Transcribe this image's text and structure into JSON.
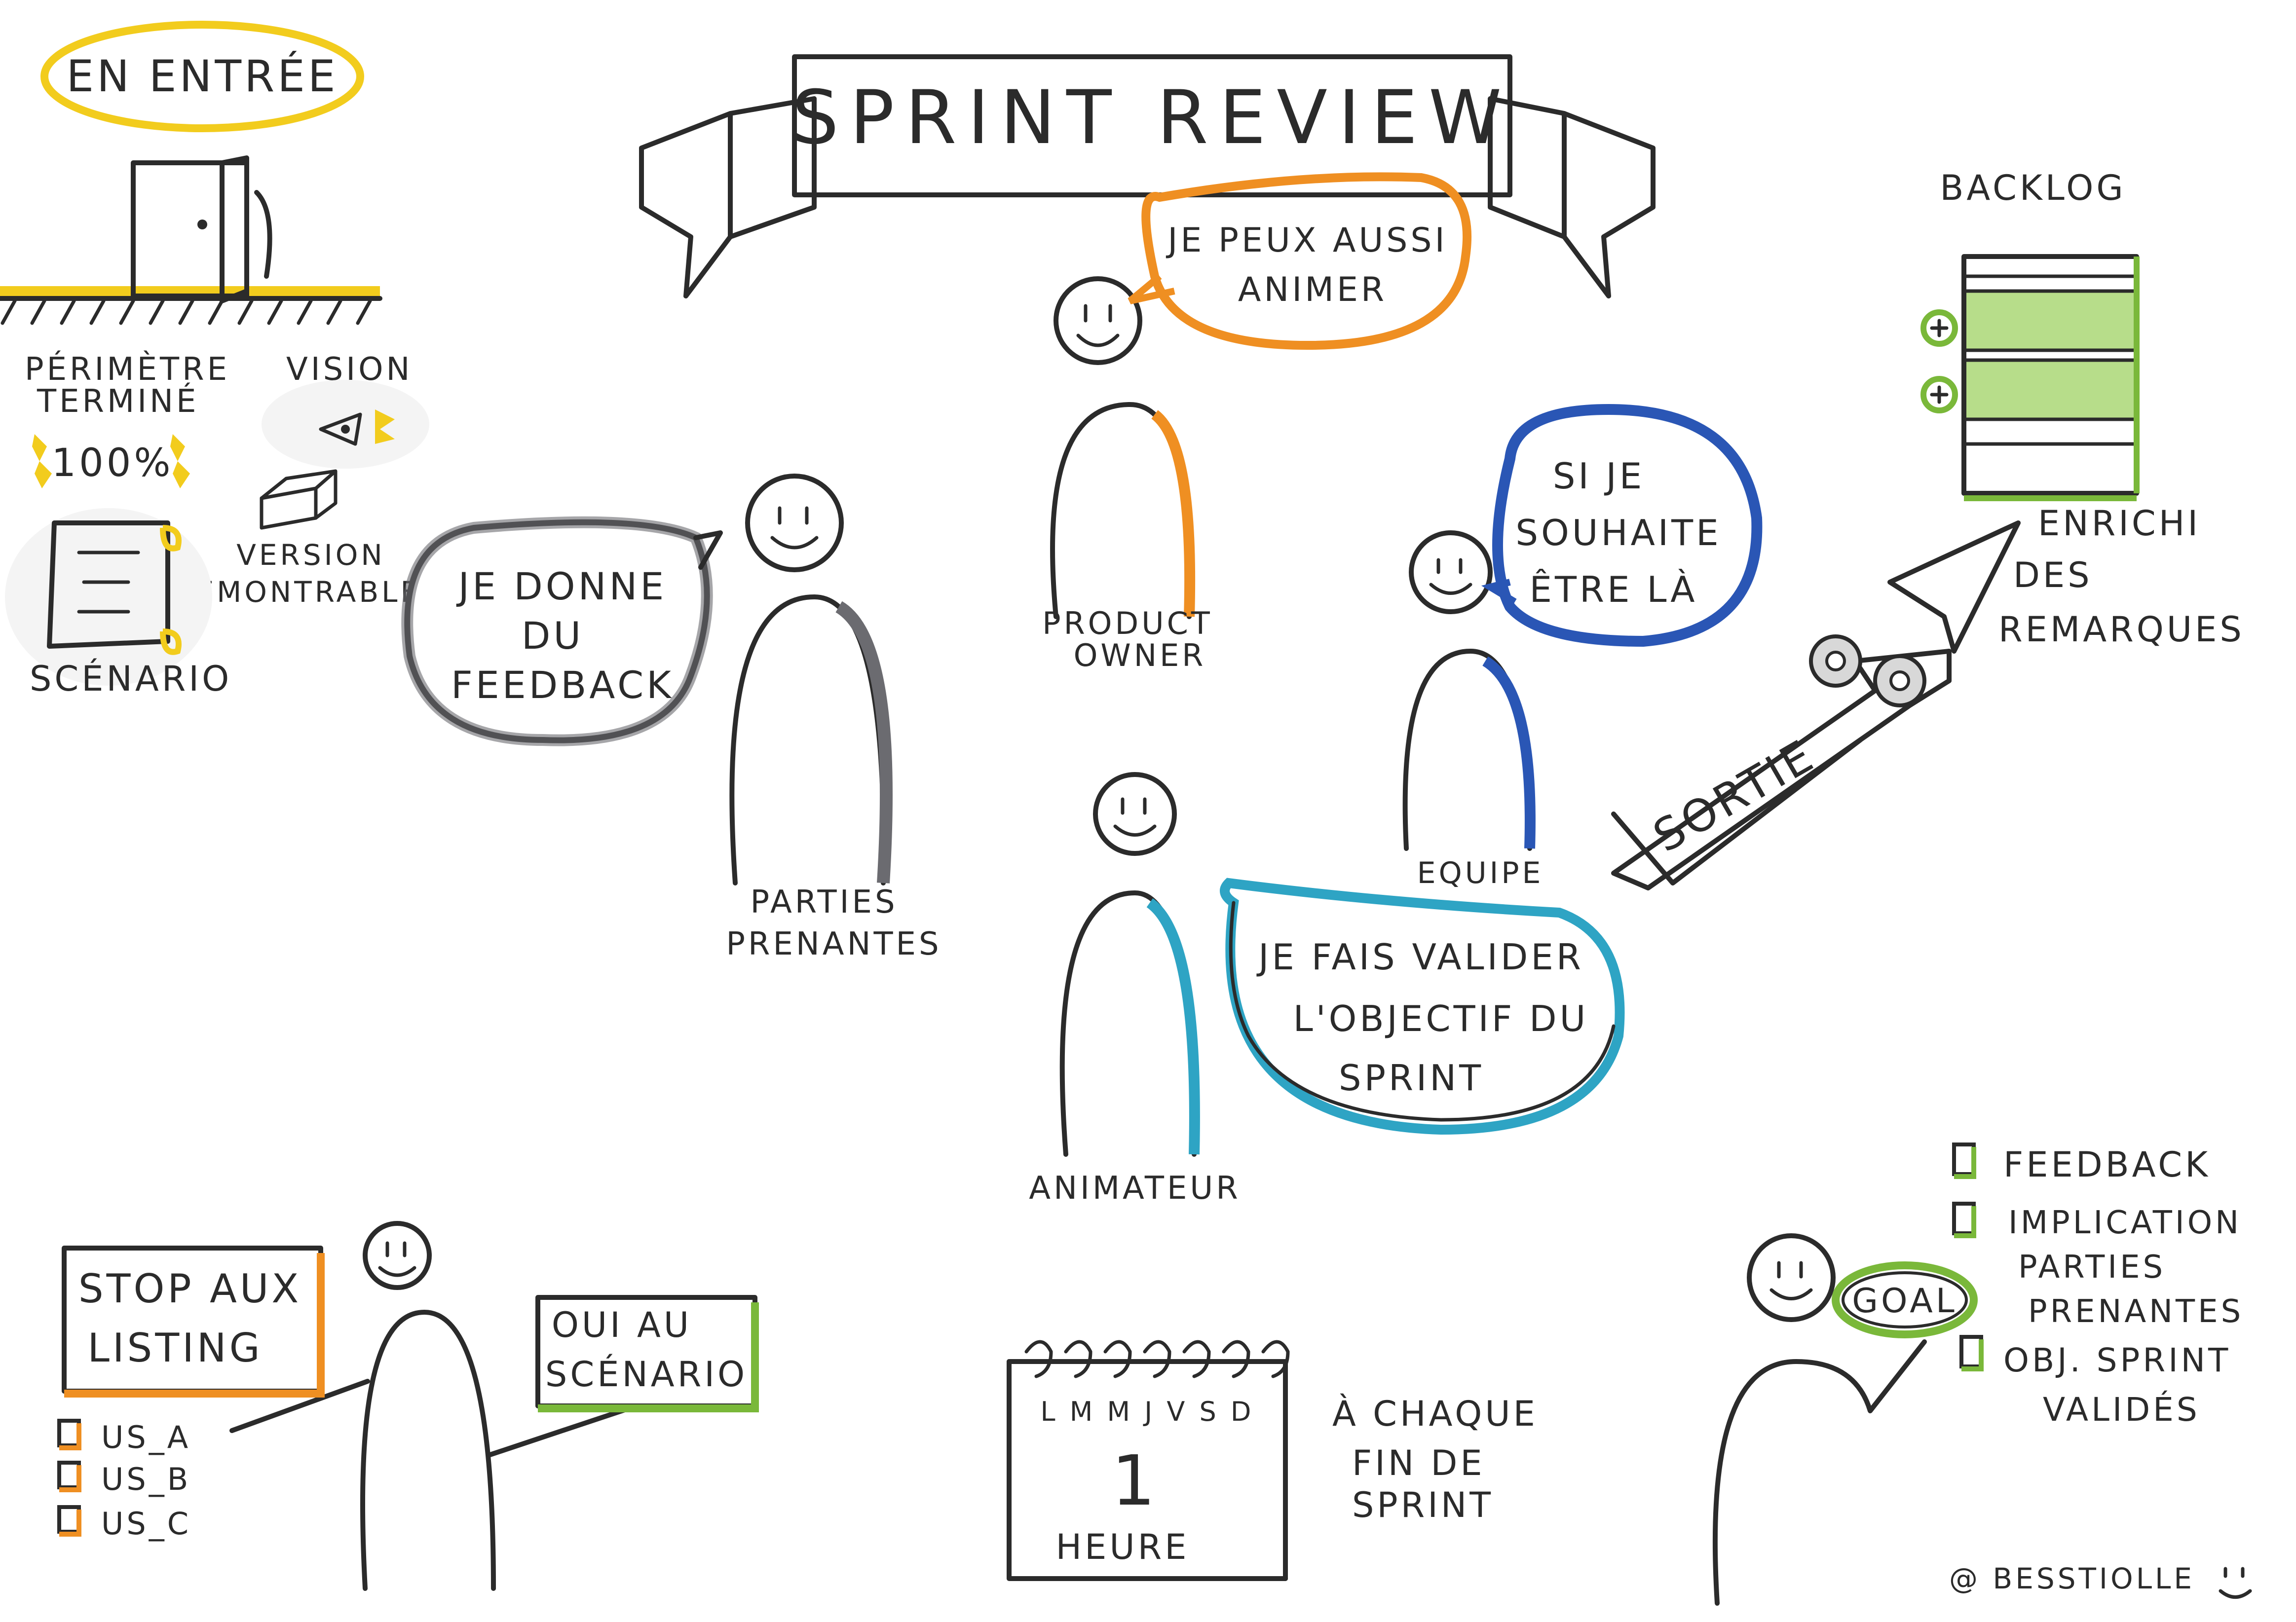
{
  "title": "SPRINT REVIEW",
  "colors": {
    "ink": "#2b2b2b",
    "yellow": "#f2cc1d",
    "orange": "#ef8f22",
    "blue": "#2a56b5",
    "cyan": "#2ea4c4",
    "grey": "#6b6b70",
    "green": "#7ab83a"
  },
  "entree": {
    "label": "EN ENTRÉE",
    "perimetre": [
      "PÉRIMÈTRE",
      "TERMINÉ"
    ],
    "percent": "100%",
    "vision": "VISION",
    "version": [
      "VERSION",
      "DÉMONTRABLE"
    ],
    "scenario": "SCÉNARIO"
  },
  "roles": {
    "product_owner": [
      "PRODUCT",
      "OWNER"
    ],
    "parties_prenantes": [
      "PARTIES",
      "PRENANTES"
    ],
    "equipe": "EQUIPE",
    "animateur": "ANIMATEUR"
  },
  "bubbles": {
    "po": [
      "JE PEUX AUSSI",
      "ANIMER"
    ],
    "pp": [
      "JE DONNE",
      "DU",
      "FEEDBACK"
    ],
    "equipe": [
      "SI JE",
      "SOUHAITE",
      "ÊTRE LÀ"
    ],
    "animateur": [
      "JE FAIS VALIDER",
      "L'OBJECTIF DU",
      "SPRINT"
    ]
  },
  "sortie": "SORTIE",
  "backlog": {
    "title": "BACKLOG",
    "note": [
      "ENRICHI",
      "DES",
      "REMARQUES"
    ]
  },
  "bottom_left": {
    "sign_left": [
      "STOP AUX",
      "LISTING"
    ],
    "sign_right": [
      "OUI AU",
      "SCÉNARIO"
    ],
    "items": [
      "US_A",
      "US_B",
      "US_C"
    ]
  },
  "calendar": {
    "days": "L M M J V S D",
    "number": "1",
    "unit": "HEURE",
    "caption": [
      "À CHAQUE",
      "FIN DE",
      "SPRINT"
    ]
  },
  "goal": {
    "label": "GOAL",
    "items": [
      [
        "FEEDBACK"
      ],
      [
        "IMPLICATION",
        "PARTIES",
        "PRENANTES"
      ],
      [
        "OBJ. SPRINT",
        "VALIDÉS"
      ]
    ]
  },
  "credit": "@ BESSTIOLLE"
}
